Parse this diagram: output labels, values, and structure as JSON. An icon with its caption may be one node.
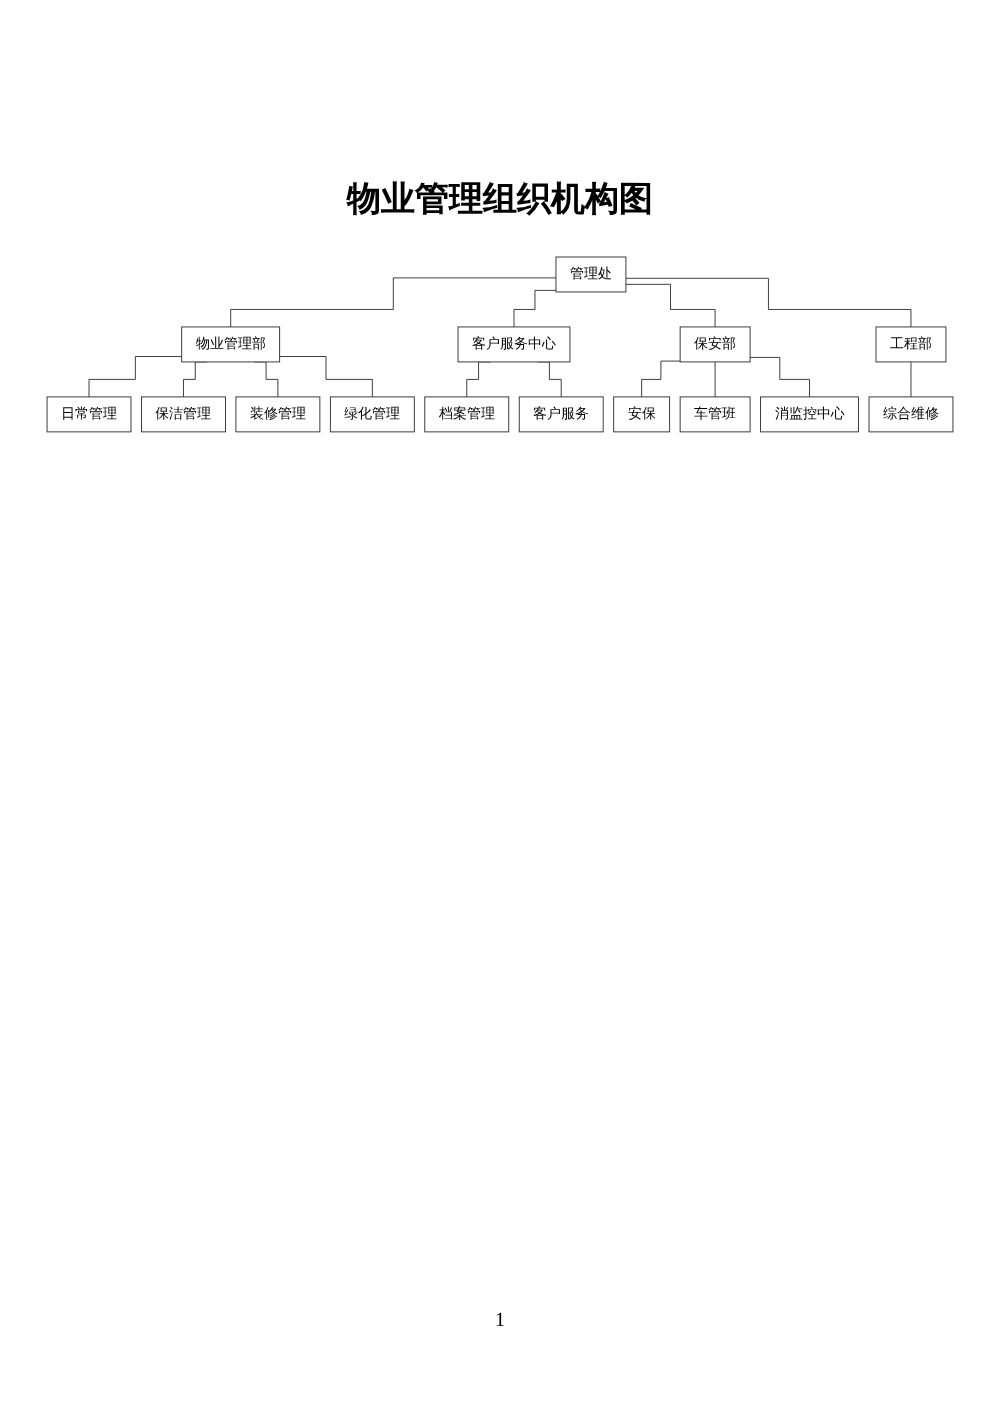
{
  "diagram": {
    "title": "物业管理组织机构图",
    "nodes": [
      {
        "text": [
          "管理处"
        ]
      },
      {
        "text": [
          "物业管理部"
        ]
      },
      {
        "text": [
          "客户服务中心"
        ]
      },
      {
        "text": [
          "保安部"
        ]
      },
      {
        "text": [
          "工程部"
        ]
      },
      {
        "text": [
          "日常管理"
        ]
      },
      {
        "text": [
          "保洁管理"
        ]
      },
      {
        "text": [
          "装修管理"
        ]
      },
      {
        "text": [
          "绿化管理"
        ]
      },
      {
        "text": [
          "档案管理"
        ]
      },
      {
        "text": [
          "客户服务"
        ]
      },
      {
        "text": [
          "安保"
        ]
      },
      {
        "text": [
          "车管班"
        ]
      },
      {
        "text": [
          "消监控中心"
        ]
      },
      {
        "text": [
          "综合维修"
        ]
      }
    ],
    "edges": [
      {
        "from": 0,
        "to": 1,
        "arrow": "none"
      },
      {
        "from": 0,
        "to": 2,
        "arrow": "none"
      },
      {
        "from": 0,
        "to": 3,
        "arrow": "none"
      },
      {
        "from": 0,
        "to": 4,
        "arrow": "none"
      },
      {
        "from": 1,
        "to": 5,
        "arrow": "none"
      },
      {
        "from": 1,
        "to": 6,
        "arrow": "none"
      },
      {
        "from": 1,
        "to": 7,
        "arrow": "none"
      },
      {
        "from": 1,
        "to": 8,
        "arrow": "none"
      },
      {
        "from": 2,
        "to": 9,
        "arrow": "none"
      },
      {
        "from": 2,
        "to": 10,
        "arrow": "none"
      },
      {
        "from": 3,
        "to": 11,
        "arrow": "none"
      },
      {
        "from": 3,
        "to": 12,
        "arrow": "none"
      },
      {
        "from": 3,
        "to": 13,
        "arrow": "none"
      },
      {
        "from": 4,
        "to": 14,
        "arrow": "none"
      }
    ],
    "labels": [
      "1"
    ]
  }
}
